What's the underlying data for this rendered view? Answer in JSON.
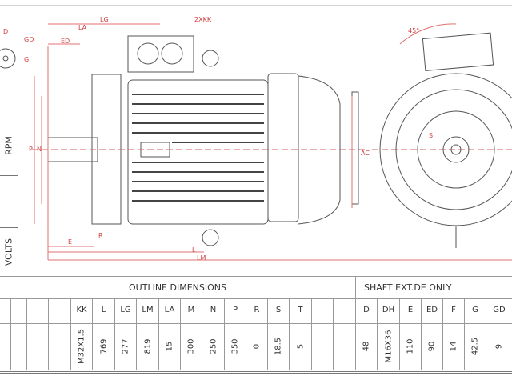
{
  "drawing_labels": {
    "d": "D",
    "gd": "GD",
    "g": "G",
    "ed": "ED",
    "la": "LA",
    "lg": "LG",
    "kk": "2XKK",
    "p": "P",
    "n": "N",
    "e": "E",
    "r": "R",
    "l": "L",
    "lm": "LM",
    "ac": "AC",
    "angle": "45°",
    "s": "S"
  },
  "side_table": {
    "rpm": "RPM",
    "volts": "VOLTS"
  },
  "table": {
    "outline_title": "OUTLINE DIMENSIONS",
    "shaft_title": "SHAFT EXT.DE ONLY",
    "columns": [
      {
        "h": "",
        "v": ""
      },
      {
        "h": "",
        "v": ""
      },
      {
        "h": "",
        "v": ""
      },
      {
        "h": "KK",
        "v": "M32X1.5"
      },
      {
        "h": "L",
        "v": "769"
      },
      {
        "h": "LG",
        "v": "277"
      },
      {
        "h": "LM",
        "v": "819"
      },
      {
        "h": "LA",
        "v": "15"
      },
      {
        "h": "M",
        "v": "300"
      },
      {
        "h": "N",
        "v": "250"
      },
      {
        "h": "P",
        "v": "350"
      },
      {
        "h": "R",
        "v": "0"
      },
      {
        "h": "S",
        "v": "18.5"
      },
      {
        "h": "T",
        "v": "5"
      },
      {
        "h": "",
        "v": ""
      },
      {
        "h": "",
        "v": ""
      },
      {
        "h": "D",
        "v": "48"
      },
      {
        "h": "DH",
        "v": "M16X36"
      },
      {
        "h": "E",
        "v": "110"
      },
      {
        "h": "ED",
        "v": "90"
      },
      {
        "h": "F",
        "v": "14"
      },
      {
        "h": "G",
        "v": "42.5"
      },
      {
        "h": "GD",
        "v": "9"
      }
    ]
  }
}
